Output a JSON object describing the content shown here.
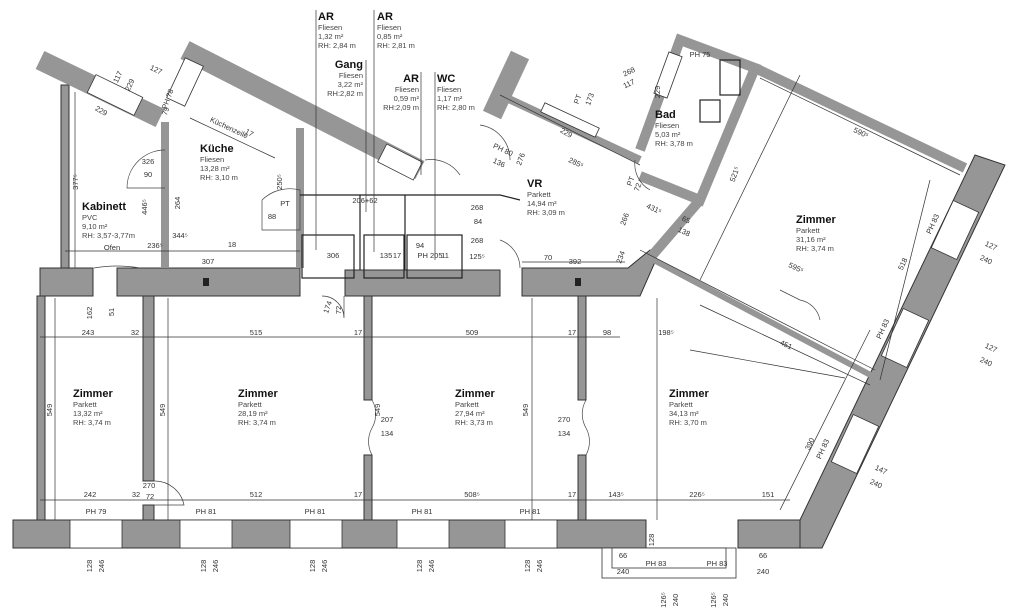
{
  "rooms": [
    {
      "name": "Kabinett",
      "floor": "PVC",
      "area": "9,10 m²",
      "height": "RH: 3,57-3,77m"
    },
    {
      "name": "Küche",
      "floor": "Fliesen",
      "area": "13,28 m²",
      "height": "RH: 3,10 m"
    },
    {
      "name": "Gang",
      "floor": "Fliesen",
      "area": "3,22 m²",
      "height": "RH:2,82 m"
    },
    {
      "name": "AR",
      "floor": "Fliesen",
      "area": "1,32 m²",
      "height": "RH: 2,84 m"
    },
    {
      "name": "AR",
      "floor": "Fliesen",
      "area": "0,85 m²",
      "height": "RH: 2,81 m"
    },
    {
      "name": "AR",
      "floor": "Fliesen",
      "area": "0,59 m²",
      "height": "RH:2,09 m"
    },
    {
      "name": "WC",
      "floor": "Fliesen",
      "area": "1,17 m²",
      "height": "RH: 2,80 m"
    },
    {
      "name": "VR",
      "floor": "Parkett",
      "area": "14,94 m²",
      "height": "RH: 3,09 m"
    },
    {
      "name": "Bad",
      "floor": "Fliesen",
      "area": "5,03 m²",
      "height": "RH: 3,78 m"
    },
    {
      "name": "Zimmer",
      "floor": "Parkett",
      "area": "31,16 m²",
      "height": "RH: 3,74 m"
    },
    {
      "name": "Zimmer",
      "floor": "Parkett",
      "area": "13,32 m²",
      "height": "RH: 3,74 m"
    },
    {
      "name": "Zimmer",
      "floor": "Parkett",
      "area": "28,19 m²",
      "height": "RH: 3,74 m"
    },
    {
      "name": "Zimmer",
      "floor": "Parkett",
      "area": "27,94 m²",
      "height": "RH: 3,73 m"
    },
    {
      "name": "Zimmer",
      "floor": "Parkett",
      "area": "34,13 m²",
      "height": "RH: 3,70 m"
    }
  ],
  "dimensions": [
    "243",
    "32",
    "515",
    "17",
    "509",
    "17",
    "98",
    "198⁵",
    "242",
    "32",
    "512",
    "17",
    "508⁵",
    "17",
    "143⁵",
    "226⁵",
    "151",
    "PH 79",
    "PH 81",
    "PH 81",
    "PH 81",
    "PH 81",
    "549",
    "549",
    "549",
    "549",
    "128",
    "246",
    "128",
    "246",
    "128",
    "246",
    "128",
    "246",
    "128",
    "246",
    "PH 83",
    "PH 83",
    "66",
    "240",
    "66",
    "240",
    "128",
    "126⁵",
    "240",
    "126⁵",
    "240",
    "127",
    "240",
    "PH 83",
    "127",
    "240",
    "PH 83",
    "147",
    "240",
    "PH 83",
    "390",
    "518",
    "595⁵",
    "590⁵",
    "521⁵",
    "451",
    "117",
    "229",
    "127",
    "229",
    "PH 78",
    "79",
    "17",
    "Küchenzeile",
    "250⁵",
    "377⁵",
    "446⁵",
    "326",
    "90",
    "264",
    "344⁵",
    "Ofen",
    "236⁵",
    "18",
    "307",
    "PT",
    "88",
    "206+62",
    "306",
    "135",
    "17",
    "94",
    "PH 205",
    "11",
    "125⁵",
    "268",
    "84",
    "268",
    "70",
    "392",
    "PT",
    "173",
    "229",
    "PH 80",
    "136",
    "276",
    "285⁵",
    "431⁵",
    "65",
    "138",
    "266",
    "234",
    "PT",
    "72",
    "268",
    "117",
    "229",
    "PH 75",
    "162",
    "51",
    "174",
    "72",
    "207",
    "134",
    "270",
    "134",
    "270",
    "72",
    "207"
  ]
}
